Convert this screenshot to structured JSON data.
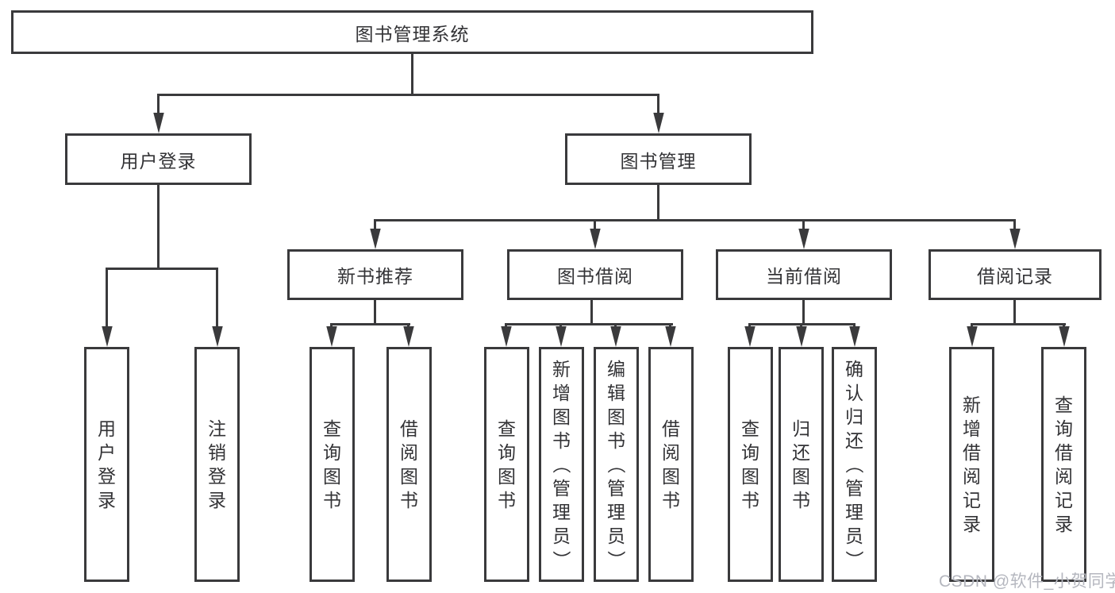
{
  "colors": {
    "line": "#3a3a3c",
    "text": "#333336",
    "watermark": "#b5b7bf"
  },
  "watermark": {
    "text": "CSDN @软件_小贺同学"
  },
  "tree": {
    "label": "图书管理系统",
    "children": [
      {
        "label": "用户登录",
        "children": [
          {
            "label": "用户登录"
          },
          {
            "label": "注销登录"
          }
        ]
      },
      {
        "label": "图书管理",
        "children": [
          {
            "label": "新书推荐",
            "children": [
              {
                "label": "查询图书"
              },
              {
                "label": "借阅图书"
              }
            ]
          },
          {
            "label": "图书借阅",
            "children": [
              {
                "label": "查询图书"
              },
              {
                "label": "新增图书（管理员）"
              },
              {
                "label": "编辑图书（管理员）"
              },
              {
                "label": "借阅图书"
              }
            ]
          },
          {
            "label": "当前借阅",
            "children": [
              {
                "label": "查询图书"
              },
              {
                "label": "归还图书"
              },
              {
                "label": "确认归还（管理员）"
              }
            ]
          },
          {
            "label": "借阅记录",
            "children": [
              {
                "label": "新增借阅记录"
              },
              {
                "label": "查询借阅记录"
              }
            ]
          }
        ]
      }
    ]
  }
}
